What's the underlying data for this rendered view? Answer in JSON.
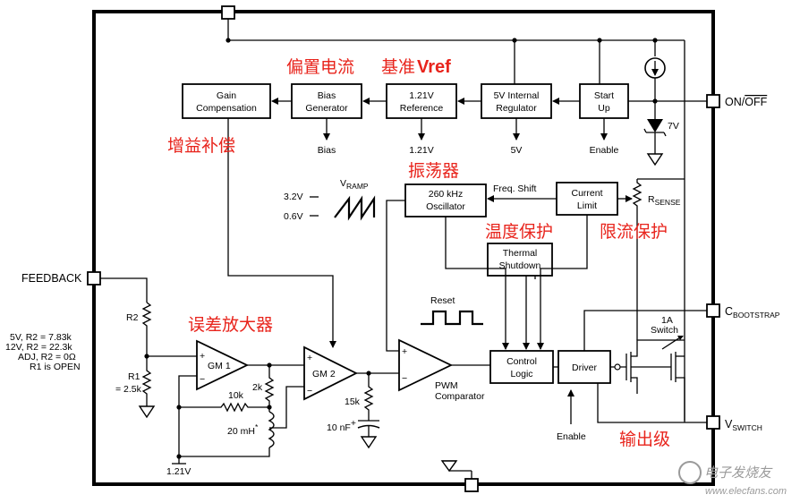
{
  "blocks": {
    "gain_l1": "Gain",
    "gain_l2": "Compensation",
    "bias_l1": "Bias",
    "bias_l2": "Generator",
    "ref_l1": "1.21V",
    "ref_l2": "Reference",
    "reg_l1": "5V Internal",
    "reg_l2": "Regulator",
    "start_l1": "Start",
    "start_l2": "Up",
    "osc_l1": "260 kHz",
    "osc_l2": "Oscillator",
    "cl_l1": "Current",
    "cl_l2": "Limit",
    "th_l1": "Thermal",
    "th_l2": "Shutdown",
    "ctl_l1": "Control",
    "ctl_l2": "Logic",
    "driver": "Driver",
    "gm1": "GM 1",
    "gm2": "GM 2"
  },
  "labels": {
    "bias_out": "Bias",
    "ref_out": "1.21V",
    "reg_out": "5V",
    "enable_top": "Enable",
    "enable_bottom": "Enable",
    "freq_shift": "Freq. Shift",
    "vramp": "V",
    "vramp_sub": "RAMP",
    "v32": "3.2V",
    "v06": "0.6V",
    "rsense": "R",
    "rsense_sub": "SENSE",
    "zener": "7V",
    "reset": "Reset",
    "pwm1": "PWM",
    "pwm2": "Comparator",
    "r2": "R2",
    "r1_a": "R1",
    "r1_b": "= 2.5k",
    "res10k": "10k",
    "res2k": "2k",
    "ind": "20 mH",
    "ind_star": "*",
    "res15k": "15k",
    "cap": "10 nF",
    "cap_plus": "+",
    "v121": "1.21V",
    "sw1": "1A",
    "sw2": "Switch",
    "fb_opts": [
      "5V, R2 = 7.83k",
      "12V, R2 = 22.3k",
      "ADJ, R2 = 0Ω",
      "R1 is OPEN"
    ],
    "plus": "+",
    "minus": "−"
  },
  "pins": {
    "on_off": "ON/",
    "off": "OFF",
    "feedback": "FEEDBACK",
    "cboot": "C",
    "cboot_sub": "BOOTSTRAP",
    "vsw": "V",
    "vsw_sub": "SWITCH"
  },
  "annotations": {
    "bias_current": "偏置电流",
    "reference": "基准",
    "vref": "Vref",
    "gain_comp": "增益补偿",
    "oscillator": "振荡器",
    "thermal": "温度保护",
    "current_limit": "限流保护",
    "error_amp": "误差放大器",
    "output": "输出级"
  },
  "watermark": {
    "cn": "电子发烧友",
    "url": "www.elecfans.com"
  },
  "colors": {
    "annotation": "#e8241c",
    "watermark": "#9a9a9a"
  }
}
